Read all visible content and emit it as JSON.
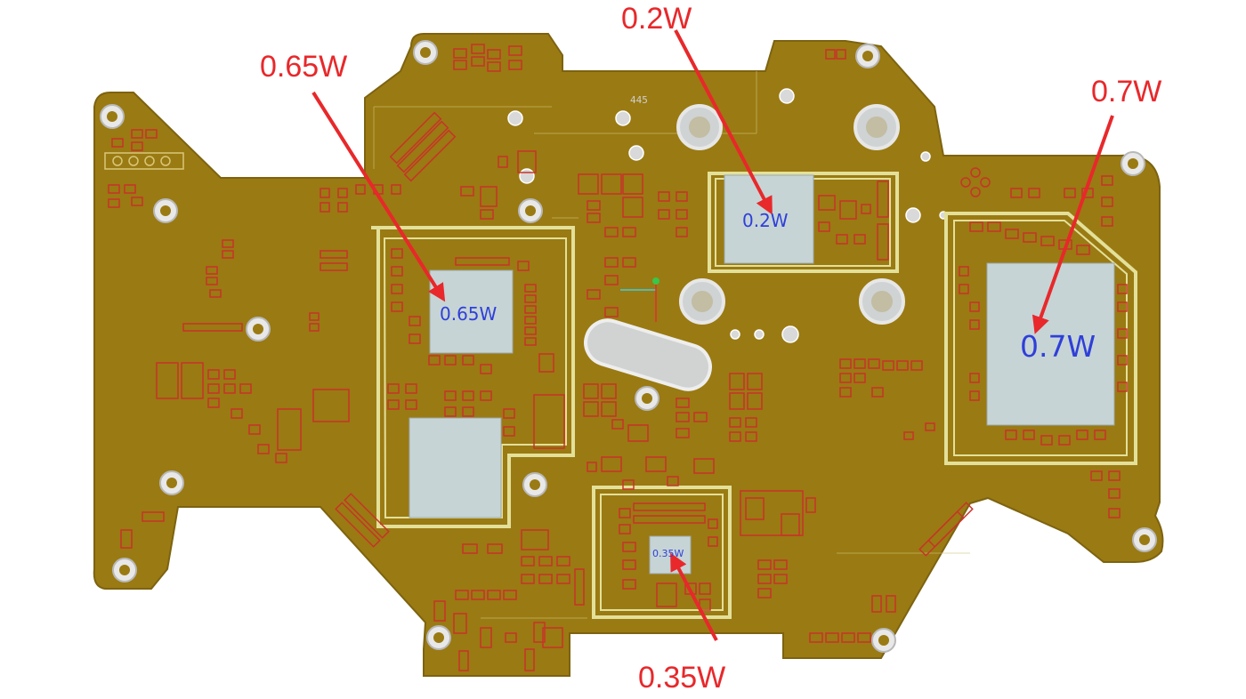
{
  "callouts": {
    "cpu": "0.65W",
    "top_chip": "0.2W",
    "right_chip": "0.7W",
    "bottom_chip": "0.35W"
  },
  "chip_labels": {
    "cpu": "0.65W",
    "top_chip": "0.2W",
    "right_chip": "0.7W",
    "bottom_chip": "0.35W"
  },
  "silkscreen": {
    "ref": "445"
  },
  "colors": {
    "board": "#9a7a12",
    "board_edge": "#7d6310",
    "outline": "#e3e09a",
    "component": "#c8332a",
    "chip": "#c6d4d6",
    "hole_ring": "#e4e4e4",
    "arrow": "#e8282b",
    "chip_text": "#2f3fd8"
  }
}
